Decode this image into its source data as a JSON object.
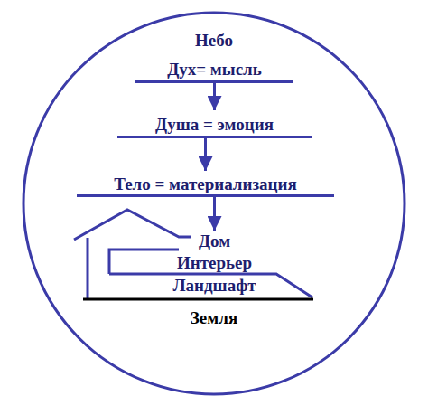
{
  "diagram": {
    "nodes": [
      {
        "text": [
          "Дух= мысль"
        ]
      },
      {
        "text": [
          "Душа = эмоция"
        ]
      },
      {
        "text": [
          "Тело = материализация"
        ]
      },
      {
        "text": [
          "Дом",
          "Интерьер",
          "Ландшафт"
        ]
      }
    ],
    "edges": [
      {
        "from": 0,
        "to": 1,
        "arrow": "to"
      },
      {
        "from": 1,
        "to": 2,
        "arrow": "to"
      },
      {
        "from": 2,
        "to": 3,
        "arrow": "to"
      }
    ],
    "labels": [
      "Небо",
      "Земля"
    ]
  }
}
